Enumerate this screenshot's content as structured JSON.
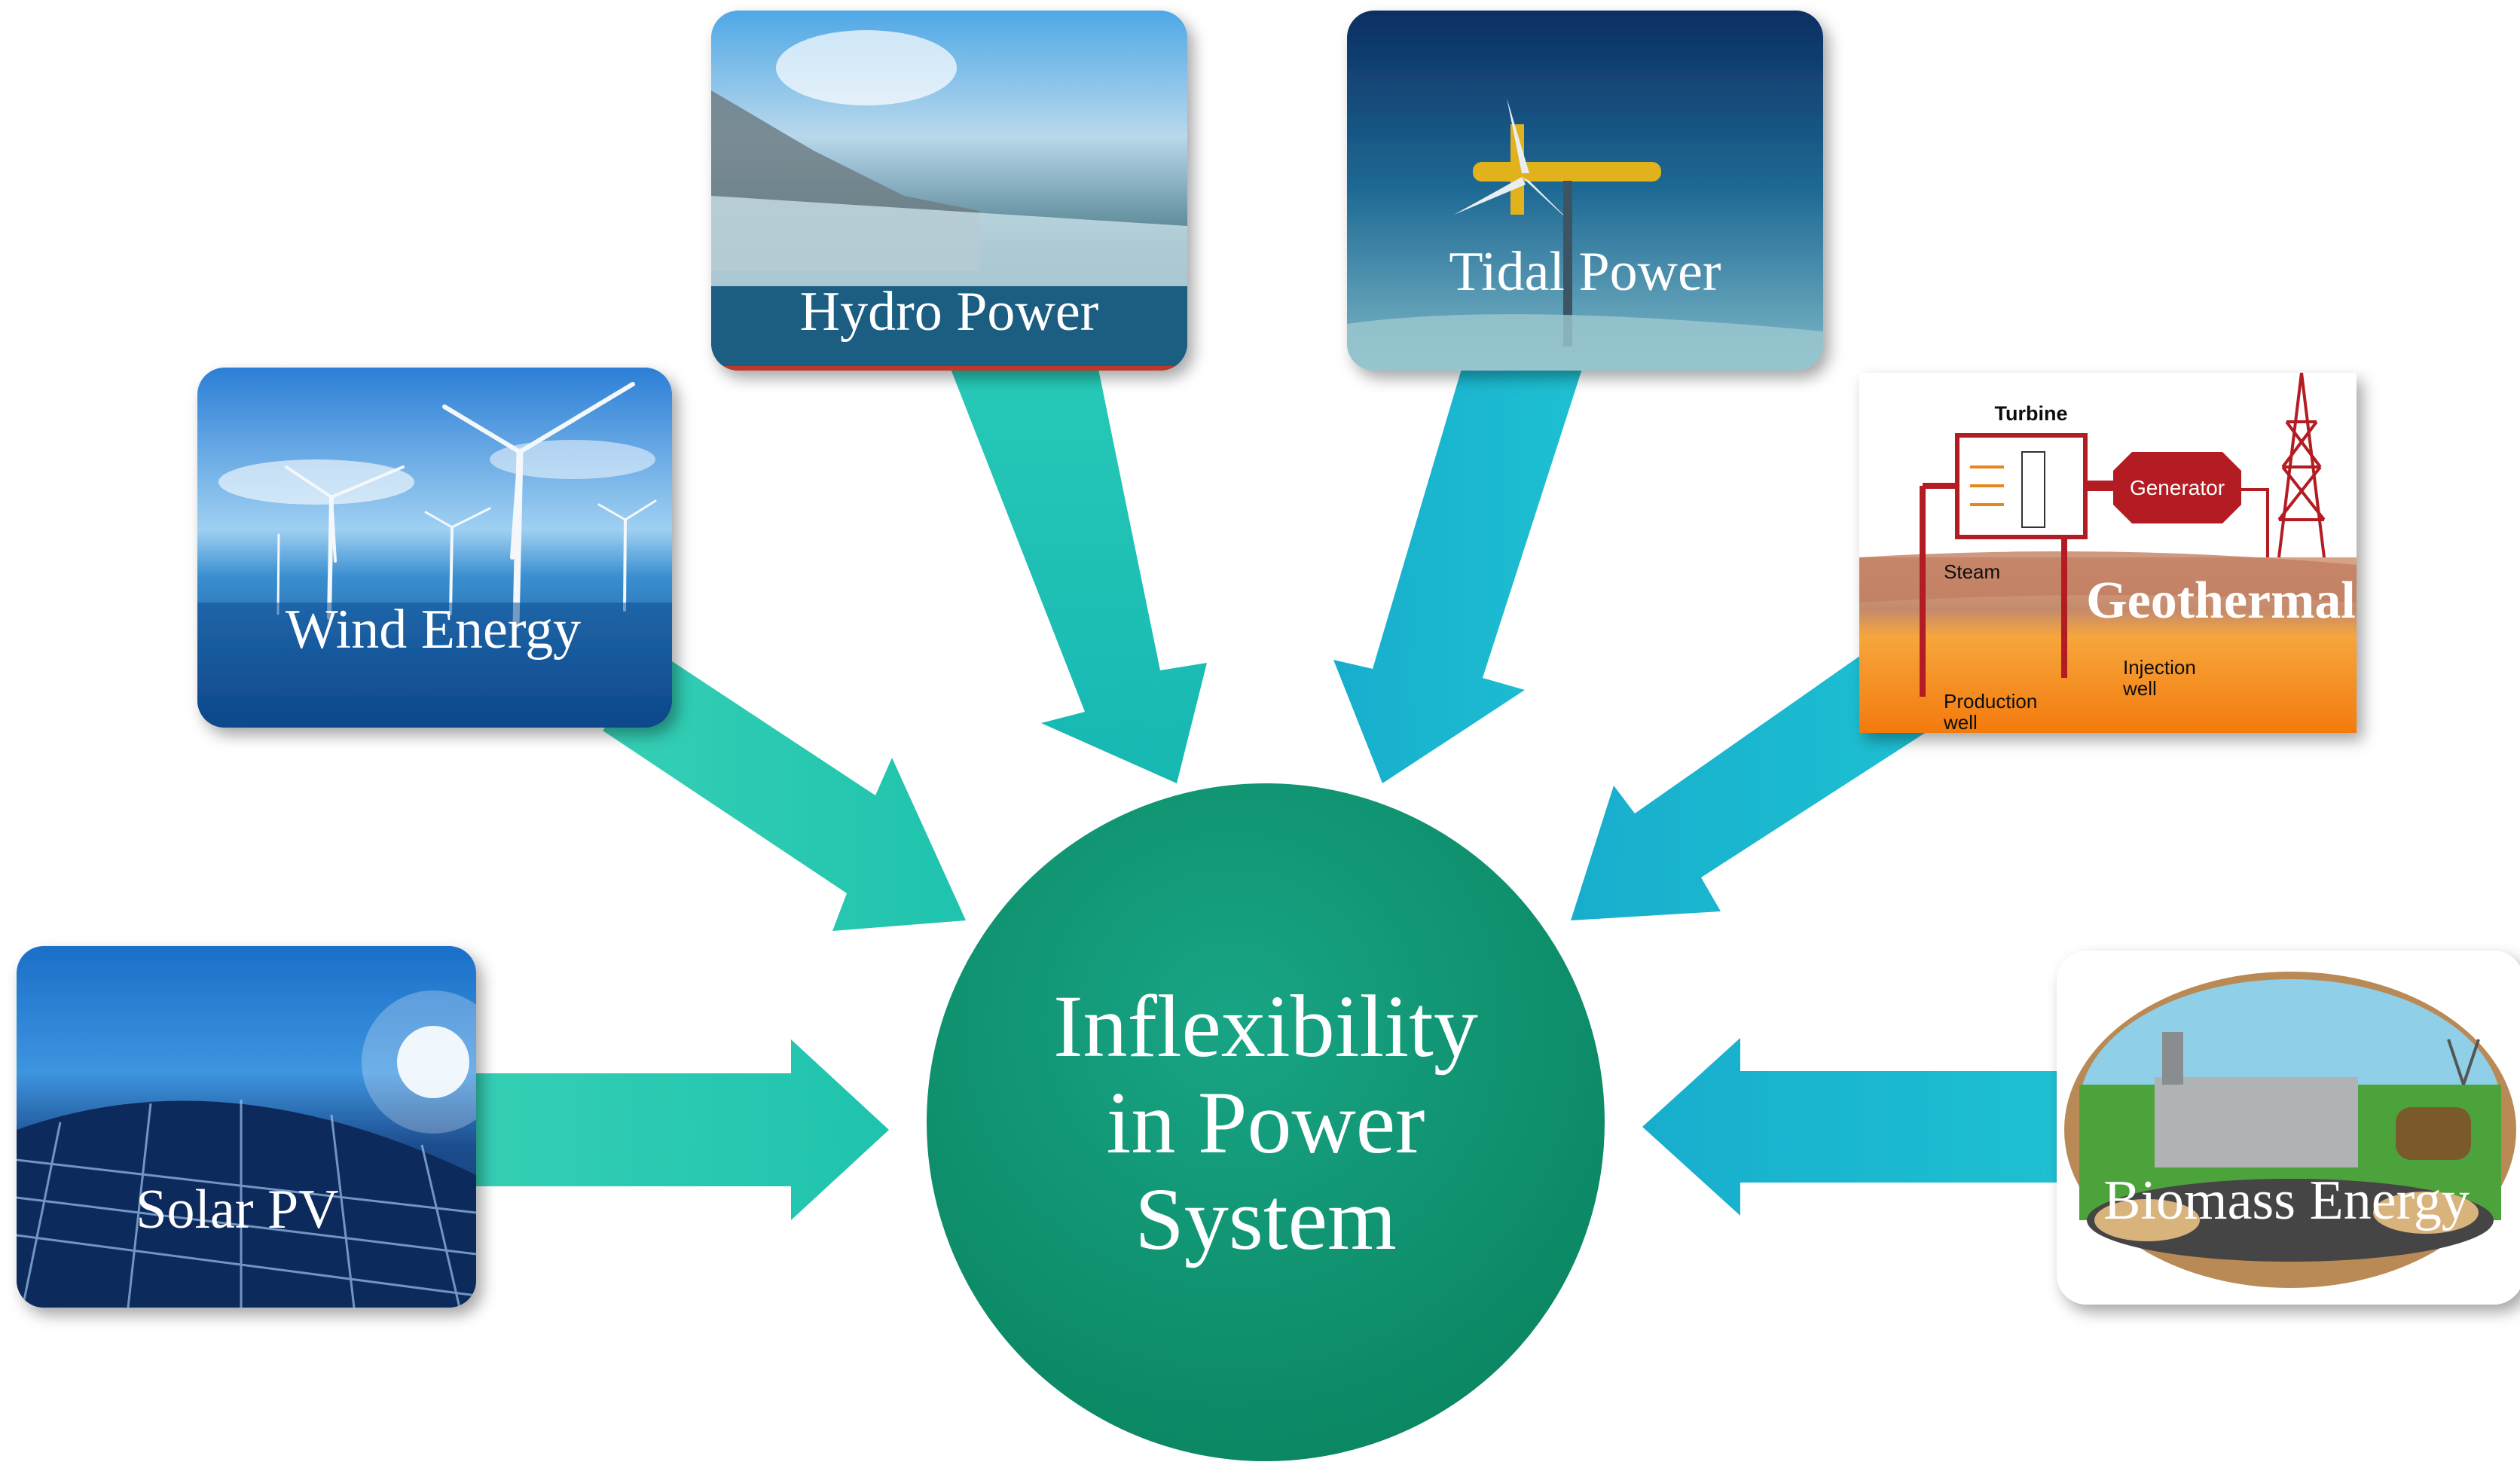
{
  "center": {
    "line1": "Inflexibility",
    "line2": "in Power",
    "line3": "System"
  },
  "sources": {
    "solar": "Solar PV",
    "wind": "Wind Energy",
    "hydro": "Hydro Power",
    "tidal": "Tidal Power",
    "geothermal": "Geothermal",
    "biomass": "Biomass Energy"
  },
  "geothermal_diagram": {
    "turbine": "Turbine",
    "generator": "Generator",
    "steam": "Steam",
    "production_line1": "Production",
    "production_line2": "well",
    "injection_line1": "Injection",
    "injection_line2": "well"
  },
  "colors": {
    "arrow_green": "#16c2a8",
    "arrow_teal": "#1bb8c8",
    "center_fill": "#0f9b76",
    "geothermal_generator": "#b31a24"
  }
}
